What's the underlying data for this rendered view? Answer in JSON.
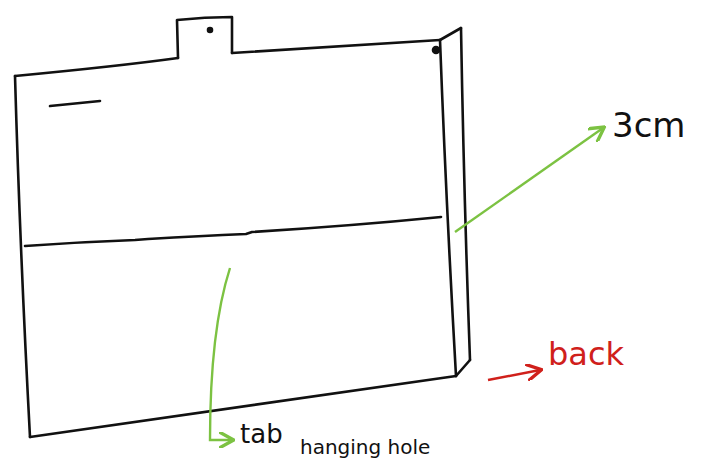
{
  "diagram": {
    "labels": [
      "3cm",
      "back",
      "tab",
      "hanging hole"
    ]
  }
}
